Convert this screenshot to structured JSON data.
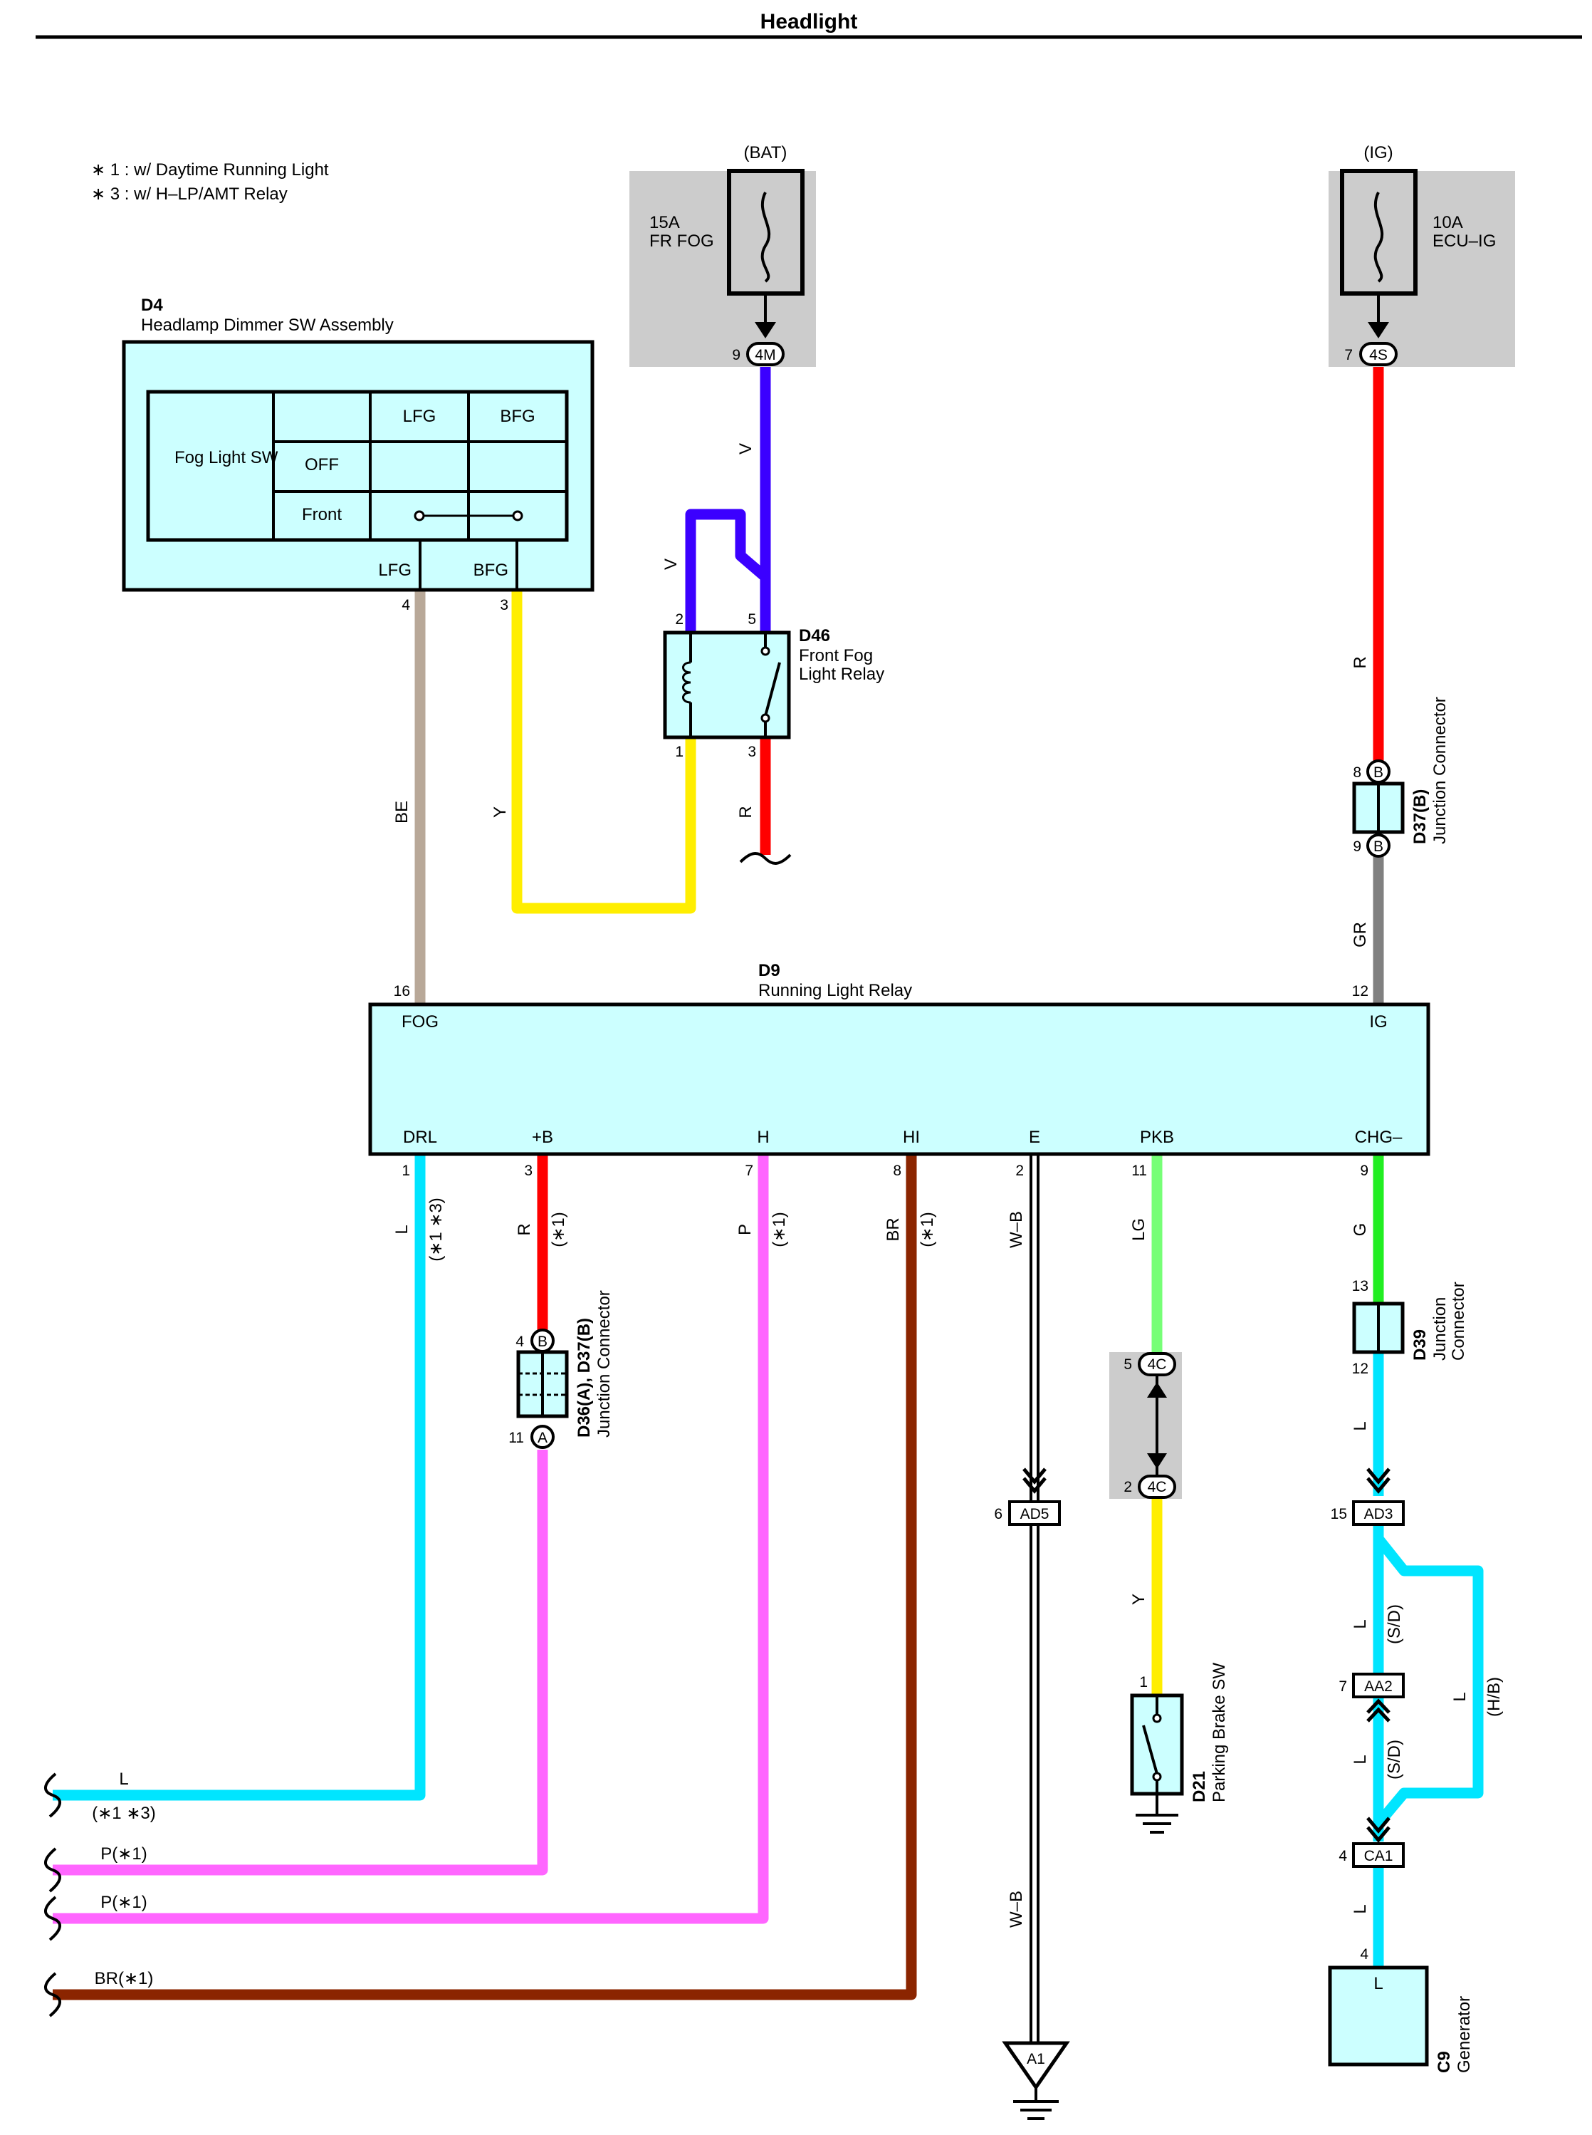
{
  "title": "Headlight",
  "notes": [
    "∗ 1 : w/ Daytime Running Light",
    "∗ 3 : w/ H–LP/AMT Relay"
  ],
  "colors": {
    "V": "#3b00ff",
    "R": "#ff0000",
    "BE": "#b8a898",
    "Y": "#ffee00",
    "GR": "#808080",
    "L": "#00e5ff",
    "P": "#ff66ff",
    "BR": "#8b2500",
    "LG": "#77ff77",
    "G": "#22ee22",
    "WB": "#000000",
    "component_fill": "#ccffff",
    "fuse_bg": "#cccccc"
  },
  "fuses": [
    {
      "source": "(BAT)",
      "rating": "15A",
      "name": "FR FOG",
      "pin": "9",
      "connector": "4M"
    },
    {
      "source": "(IG)",
      "rating": "10A",
      "name": "ECU–IG",
      "pin": "7",
      "connector": "4S"
    }
  ],
  "d4": {
    "id": "D4",
    "name": "Headlamp Dimmer SW Assembly",
    "switch_label": "Fog Light SW",
    "col_lfg": "LFG",
    "col_bfg": "BFG",
    "row_off": "OFF",
    "row_front": "Front",
    "term_lfg": "LFG",
    "term_bfg": "BFG",
    "pin_lfg": "4",
    "pin_bfg": "3"
  },
  "d46": {
    "id": "D46",
    "name_line1": "Front Fog",
    "name_line2": "Light Relay",
    "pin2": "2",
    "pin5": "5",
    "pin1": "1",
    "pin3": "3"
  },
  "d37b_top": {
    "id": "D37(B)",
    "name": "Junction Connector",
    "pin_top": "8",
    "pin_bottom": "9",
    "letter": "B"
  },
  "d9": {
    "id": "D9",
    "name": "Running Light Relay",
    "fog_pin": "16",
    "fog_label": "FOG",
    "ig_pin": "12",
    "ig_label": "IG",
    "bottom_terminals": [
      {
        "label": "DRL",
        "pin": "1"
      },
      {
        "label": "+B",
        "pin": "3"
      },
      {
        "label": "H",
        "pin": "7"
      },
      {
        "label": "HI",
        "pin": "8"
      },
      {
        "label": "E",
        "pin": "2"
      },
      {
        "label": "PKB",
        "pin": "11"
      },
      {
        "label": "CHG–",
        "pin": "9"
      }
    ]
  },
  "wire_labels": {
    "v1": "V",
    "v2": "V",
    "r_relay": "R",
    "be": "BE",
    "y1": "Y",
    "r_ig": "R",
    "gr": "GR",
    "l_drl": "L",
    "drl_note": "(∗1 ∗3)",
    "r_b": "R",
    "b_note": "(∗1)",
    "p_h": "P",
    "h_note": "(∗1)",
    "br_hi": "BR",
    "hi_note": "(∗1)",
    "wb1": "W–B",
    "lg": "LG",
    "g": "G",
    "y2": "Y",
    "l_d39": "L",
    "l_sd1": "L",
    "sd1": "(S/D)",
    "l_hb": "L",
    "hb": "(H/B)",
    "l_sd2": "L",
    "sd2": "(S/D)",
    "l_c9": "L",
    "wb2": "W–B"
  },
  "d36": {
    "id": "D36(A), D37(B)",
    "name": "Junction Connector",
    "pin_top": "4",
    "letter_top": "B",
    "pin_bottom": "11",
    "letter_bottom": "A"
  },
  "d39": {
    "id": "D39",
    "name_line1": "Junction",
    "name_line2": "Connector",
    "pin_top": "13",
    "pin_bottom": "12"
  },
  "connectors": {
    "ad5": {
      "pin": "6",
      "name": "AD5"
    },
    "c4_top": {
      "pin": "5",
      "name": "4C"
    },
    "c4_bottom": {
      "pin": "2",
      "name": "4C"
    },
    "ad3": {
      "pin": "15",
      "name": "AD3"
    },
    "aa2": {
      "pin": "7",
      "name": "AA2"
    },
    "ca1": {
      "pin": "4",
      "name": "CA1"
    },
    "a1": {
      "name": "A1"
    }
  },
  "d21": {
    "id": "D21",
    "name": "Parking Brake SW",
    "pin": "1"
  },
  "c9": {
    "id": "C9",
    "name": "Generator",
    "pin": "4",
    "terminal": "L"
  },
  "exits": [
    {
      "label": "L",
      "note": "(∗1 ∗3)"
    },
    {
      "label": "P(∗1)"
    },
    {
      "label": "P(∗1)"
    },
    {
      "label": "BR(∗1)"
    }
  ]
}
